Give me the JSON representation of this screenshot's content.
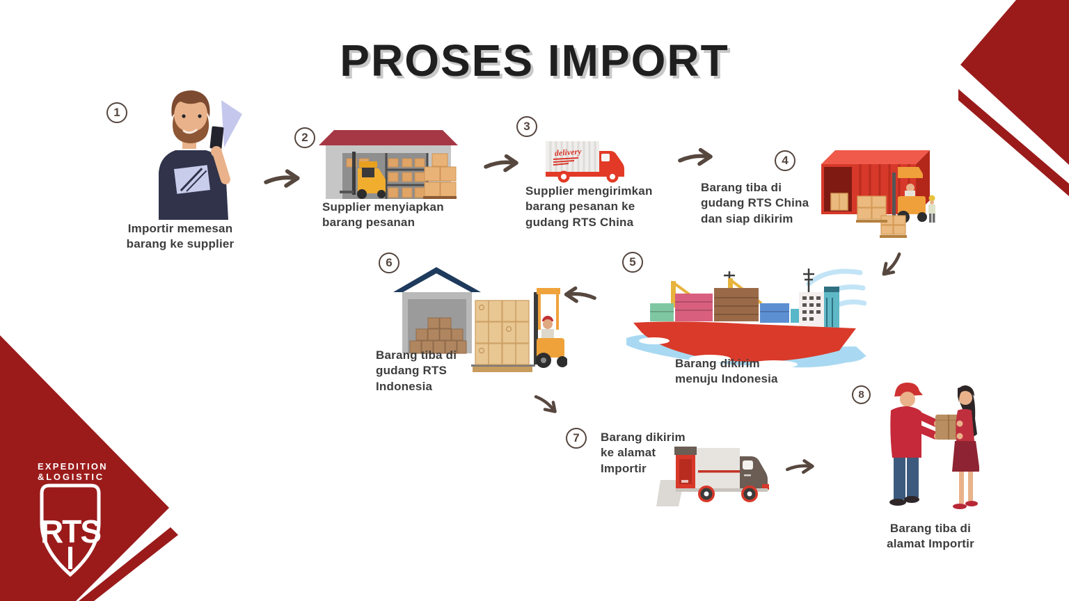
{
  "title": "PROSES IMPORT",
  "colors": {
    "corner_dark_red": "#9b1b1b",
    "accent_red": "#d8382a",
    "arrow_brown": "#56473f",
    "caption_text": "#3d3d3d"
  },
  "logo": {
    "tagline_line1": "EXPEDITION",
    "tagline_line2": "&LOGISTIC",
    "monogram": "RTS"
  },
  "steps": [
    {
      "number": "1",
      "caption": "Importir memesan barang ke supplier",
      "icon": "man-ordering-by-phone"
    },
    {
      "number": "2",
      "caption": "Supplier menyiapkan barang pesanan",
      "icon": "supplier-warehouse-forklift"
    },
    {
      "number": "3",
      "caption": "Supplier mengirimkan barang pesanan ke gudang RTS China",
      "icon": "delivery-truck",
      "truck_label": "delivery"
    },
    {
      "number": "4",
      "caption": "Barang tiba di gudang RTS China dan siap dikirim",
      "icon": "container-loading"
    },
    {
      "number": "5",
      "caption": "Barang dikirim menuju Indonesia",
      "icon": "cargo-ship"
    },
    {
      "number": "6",
      "caption": "Barang tiba di gudang RTS Indonesia",
      "icon": "indonesia-warehouse-unloading"
    },
    {
      "number": "7",
      "caption": "Barang dikirim ke alamat Importir",
      "icon": "delivery-van"
    },
    {
      "number": "8",
      "caption": "Barang tiba di alamat Importir",
      "icon": "package-handover"
    }
  ]
}
